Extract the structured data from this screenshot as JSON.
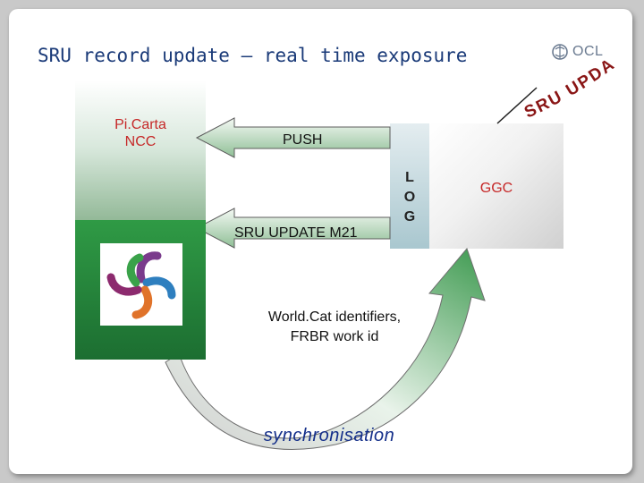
{
  "slide": {
    "title": "SRU record update – real time exposure",
    "logo_text": "OCL",
    "rotated_banner": "SRU UPDATE"
  },
  "diagram": {
    "picarta": {
      "label": "Pi.Carta\nNCC"
    },
    "ggc": {
      "label": "GGC"
    },
    "log": {
      "label": "L\nO\nG"
    },
    "arrows": {
      "push": "PUSH",
      "sru_update": "SRU UPDATE M21"
    },
    "worldcat_identifiers": "World.Cat identifiers,\nFRBR work id",
    "synchronisation": "synchronisation"
  },
  "colors": {
    "title": "#1a3a78",
    "box_label": "#c62828",
    "sync_label": "#142f8a",
    "green": "#2f9a45"
  }
}
